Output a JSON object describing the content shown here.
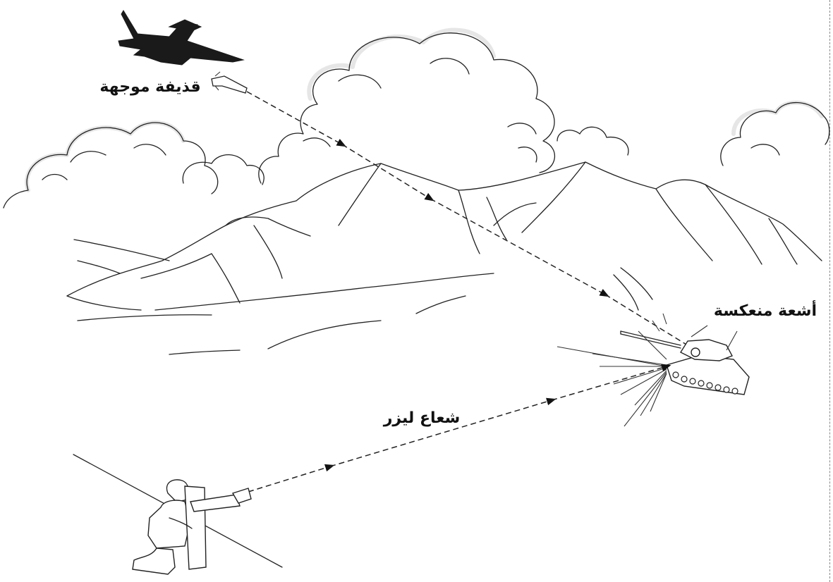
{
  "labels": {
    "missile": "قذيفة موجهة",
    "reflected": "أشعة منعكسة",
    "laser": "شعاع ليزر"
  },
  "colors": {
    "ink": "#222222",
    "background": "#ffffff"
  }
}
